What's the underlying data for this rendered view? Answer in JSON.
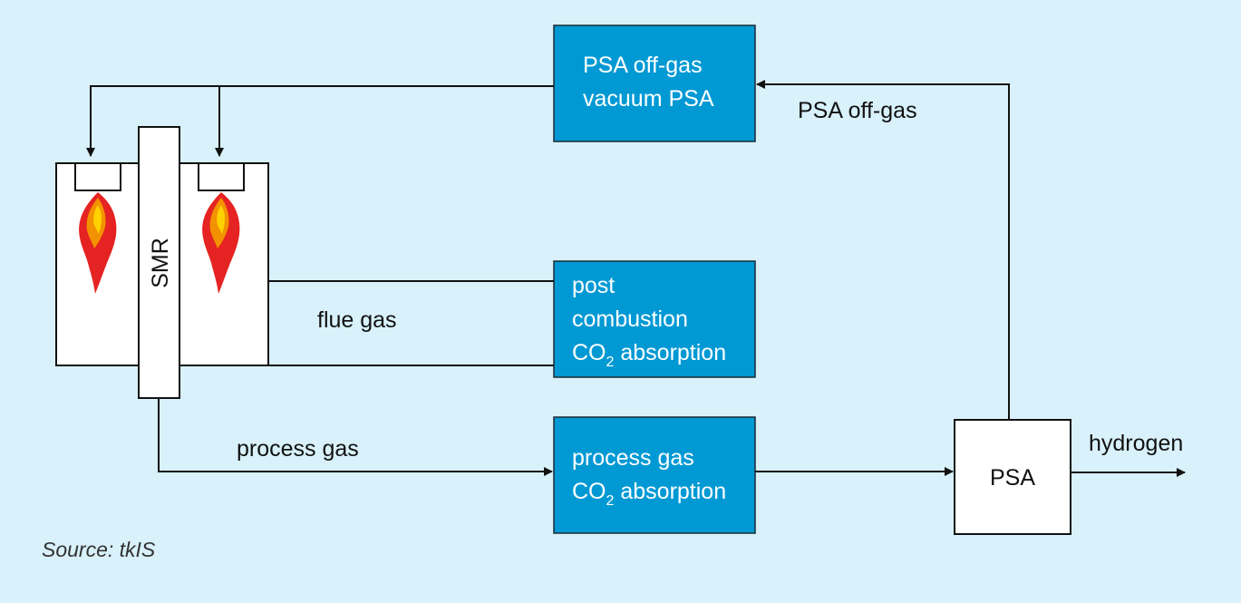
{
  "colors": {
    "background": "#d8f1fb",
    "process_box": "#0099d4",
    "process_box_border": "#1a2a33",
    "line": "#111111",
    "flame_outer": "#e52322",
    "flame_inner": "#f39200",
    "flame_core": "#ffd200"
  },
  "boxes": {
    "vacuum_psa": {
      "line1": "PSA off-gas",
      "line2": "vacuum PSA"
    },
    "post_combustion": {
      "line1": "post",
      "line2": "combustion",
      "line3_main": "CO",
      "line3_sub": "2",
      "line3_rest": " absorption"
    },
    "process_gas_absorption": {
      "line1": "process gas",
      "line2_main": "CO",
      "line2_sub": "2",
      "line2_rest": " absorption"
    },
    "psa": {
      "label": "PSA"
    },
    "smr": {
      "label": "SMR"
    }
  },
  "flows": {
    "psa_off_gas": "PSA off-gas",
    "flue_gas": "flue gas",
    "process_gas": "process gas",
    "hydrogen": "hydrogen"
  },
  "source": "Source: tkIS"
}
